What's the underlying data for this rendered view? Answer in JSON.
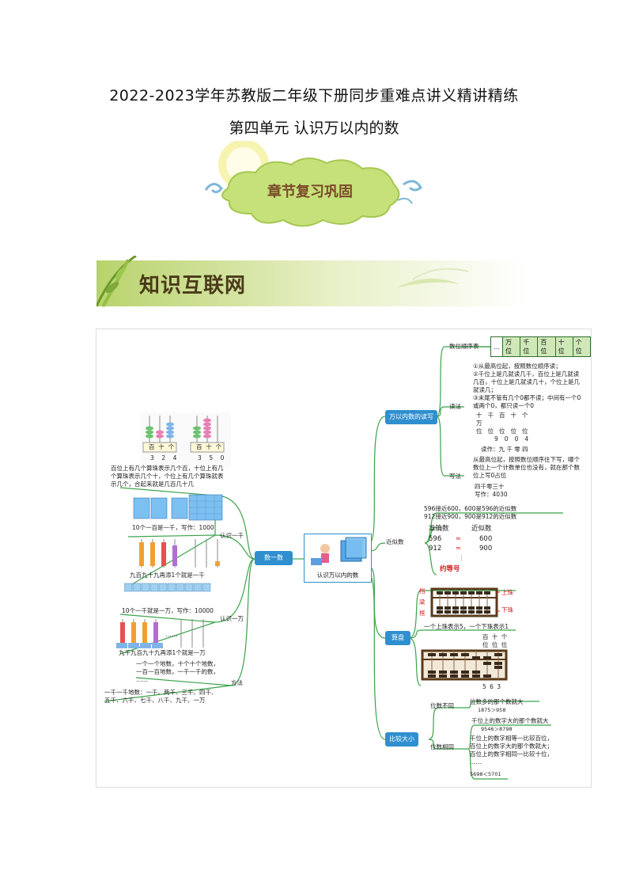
{
  "header": {
    "title": "2022-2023学年苏教版二年级下册同步重难点讲义精讲精练",
    "subtitle": "第四单元  认识万以内的数",
    "cloud_label": "章节复习巩固",
    "section_banner": "知识互联网"
  },
  "mindmap": {
    "center": "认识万以内的数",
    "left": {
      "branch": "数一数",
      "abacus1_labels": [
        "百",
        "十",
        "个"
      ],
      "abacus1_digits": [
        "3",
        "2",
        "4"
      ],
      "abacus2_labels": [
        "百",
        "十",
        "个"
      ],
      "abacus2_digits": [
        "3",
        "5",
        "0"
      ],
      "abacus_desc": [
        "百位上有几个算珠表示几个百，十位上有几",
        "个算珠表示几个十，个位上有几个算珠就表",
        "示几个，合起来就是几百几十几"
      ],
      "renshi_qian": "认识一千",
      "cubes_caption": "10个一百是一千，写作：1000",
      "abacus3_caption": "九百九十九再添1个就是一千",
      "renshi_wan": "认识一万",
      "rods_caption": "10个一千就是一万，写作：10000",
      "abacus4_caption": "九千九百九十九再添1个就是一万",
      "method": "方法",
      "method_lines": [
        "一个一个地数，十个十个地数，",
        "一百一百地数，一千一千的数，",
        "……"
      ],
      "count_by_thousand": [
        "一千一千地数：一千、两千、三千、四千、",
        "五千、六千、七千、八千、九千、一万"
      ]
    },
    "right": {
      "read_write": "万以内数的读写",
      "order_table_label": "数位顺序表",
      "order_table": [
        "…",
        "万位",
        "千位",
        "百位",
        "十位",
        "个位"
      ],
      "read_method": "读法",
      "read_lines": [
        "①从最高位起，按照数位顺序读；",
        "②千位上是几就读几千，百位上是几就读",
        "几百，十位上是几就读几十，个位上是几",
        "就读几；",
        "③末尾不管有几个0都不读；中间有一个0",
        "或两个0，都只读一个0"
      ],
      "place_chars": [
        "十",
        "万",
        "千",
        "百",
        "十",
        "个"
      ],
      "place_chars2": [
        "万",
        "位",
        "位",
        "位",
        "位",
        "位"
      ],
      "example_digits": [
        "9",
        "0",
        "0",
        "4"
      ],
      "example_read": "读作：九 千 零 四",
      "write_method": "写法",
      "write_lines": [
        "从最高位起，按照数位顺序往下写，哪个",
        "数位上一个计数单位也没有，就在那个数",
        "位上写0占位"
      ],
      "write_example1": "四千零三十",
      "write_example2": "写作：4030",
      "approx": "近似数",
      "approx_lines": [
        "596接近600，600是596的近似数",
        "912接近900，900是912的近似数"
      ],
      "approx_header": [
        "准确数",
        "近似数"
      ],
      "approx_rows": [
        [
          "596",
          "≈",
          "600"
        ],
        [
          "912",
          "≈",
          "900"
        ]
      ],
      "approx_sign": "约等号",
      "abacus": "算盘",
      "abacus_parts": [
        "档",
        "梁",
        "框",
        "上珠",
        "下珠"
      ],
      "abacus_note": "一个上珠表示5，一个下珠表示1",
      "abacus_places": "百 十 个",
      "abacus_places2": "位 位 位",
      "abacus_digits": "5   6   3",
      "compare": "比较大小",
      "diff_digits": "位数不同",
      "diff_line": "位数多的那个数就大",
      "diff_example": "1875＞958",
      "same_digits": "位数相同",
      "same_line1": "千位上的数字大的那个数就大",
      "same_example1": "9546＞8798",
      "same_lines": [
        "千位上的数字相等一比较百位，",
        "百位上的数字大的那个数就大；",
        "百位上的数字相同一比较十位，",
        "……"
      ],
      "same_example2": "5698＜5701"
    }
  },
  "colors": {
    "node_blue": "#2f8fcf",
    "branch_green": "#3aa34a",
    "banner_green": "#b8d36c",
    "cloud_green": "#c6e07a",
    "sun_yellow": "#f7f3b0",
    "approx_red": "#d42020"
  }
}
